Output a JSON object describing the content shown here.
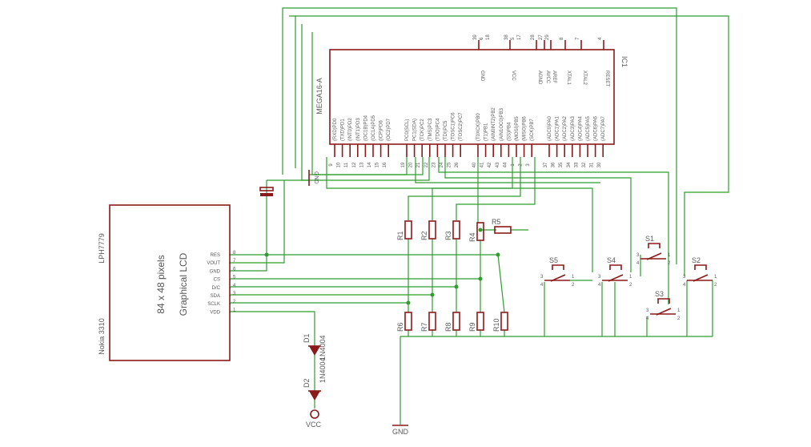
{
  "colors": {
    "wire": "#2e9e2e",
    "part": "#8b1a1a",
    "text": "#5a5a5a"
  },
  "ic": {
    "name": "MEGA16-A",
    "ref": "IC1",
    "top_pins": [
      {
        "label": "GND",
        "nums": [
          "39",
          "6",
          "18"
        ]
      },
      {
        "label": "VCC",
        "nums": [
          "38",
          "5",
          "17"
        ]
      },
      {
        "label": "AGND",
        "nums": [
          "28"
        ]
      },
      {
        "label": "AVCC",
        "nums": [
          "27"
        ]
      },
      {
        "label": "AREF",
        "nums": [
          "29"
        ]
      },
      {
        "label": "XTAL1",
        "nums": [
          "8"
        ]
      },
      {
        "label": "XTAL2",
        "nums": [
          "7"
        ]
      },
      {
        "label": "RESET",
        "nums": [
          "4"
        ]
      }
    ],
    "bottom_pins": [
      {
        "num": "9",
        "label": "(RXD)PD0"
      },
      {
        "num": "10",
        "label": "(TXD)PD1"
      },
      {
        "num": "11",
        "label": "(INT0)PD2"
      },
      {
        "num": "12",
        "label": "(INT1)PD3"
      },
      {
        "num": "13",
        "label": "(OC1B)PD4"
      },
      {
        "num": "14",
        "label": "(OC1A)PD5"
      },
      {
        "num": "15",
        "label": "(ICP)PD6"
      },
      {
        "num": "16",
        "label": "(OC2)PD7"
      },
      {
        "num": "19",
        "label": "PC0(SCL)"
      },
      {
        "num": "20",
        "label": "PC1(SDA)"
      },
      {
        "num": "21",
        "label": "(TCK)PC2"
      },
      {
        "num": "22",
        "label": "(TMS)PC3"
      },
      {
        "num": "23",
        "label": "(TDO)PC4"
      },
      {
        "num": "24",
        "label": "(TDI)PC5"
      },
      {
        "num": "25",
        "label": "(TOSC1)PC6"
      },
      {
        "num": "26",
        "label": "(TOSC2)PC7"
      },
      {
        "num": "40",
        "label": "(T0XCK)PB0"
      },
      {
        "num": "41",
        "label": "(T1)PB1"
      },
      {
        "num": "42",
        "label": "(AIN0INT2)PB2"
      },
      {
        "num": "43",
        "label": "(AIN1OC0)PB3"
      },
      {
        "num": "44",
        "label": "(SS)PB4"
      },
      {
        "num": "1",
        "label": "(MOSI)PB5"
      },
      {
        "num": "2",
        "label": "(MISO)PB6"
      },
      {
        "num": "3",
        "label": "(SCK)PB7"
      },
      {
        "num": "37",
        "label": "(ADC0)PA0"
      },
      {
        "num": "36",
        "label": "(ADC1)PA1"
      },
      {
        "num": "35",
        "label": "(ADC2)PA2"
      },
      {
        "num": "34",
        "label": "(ADC3)PA3"
      },
      {
        "num": "33",
        "label": "(ADC4)PA4"
      },
      {
        "num": "32",
        "label": "(ADC5)PA5"
      },
      {
        "num": "31",
        "label": "(ADC6)PA6"
      },
      {
        "num": "30",
        "label": "(ADC7)PA7"
      }
    ]
  },
  "lcd": {
    "ref": "LPH7779",
    "model": "Nokia 3310",
    "line1": "84 x 48 pixels",
    "line2": "Graphical LCD",
    "pins": [
      {
        "num": "8",
        "label": "RES"
      },
      {
        "num": "7",
        "label": "VOUT"
      },
      {
        "num": "6",
        "label": "GND"
      },
      {
        "num": "5",
        "label": "CS"
      },
      {
        "num": "4",
        "label": "D/C"
      },
      {
        "num": "3",
        "label": "SDA"
      },
      {
        "num": "2",
        "label": "SCLK"
      },
      {
        "num": "1",
        "label": "VDD"
      }
    ]
  },
  "resistors": [
    "R1",
    "R2",
    "R3",
    "R4",
    "R5",
    "R6",
    "R7",
    "R8",
    "R9",
    "R10"
  ],
  "switches": [
    "S1",
    "S2",
    "S3",
    "S4",
    "S5"
  ],
  "switch_pins": [
    "1",
    "2",
    "3",
    "4"
  ],
  "diodes": [
    {
      "ref": "D1",
      "value": "1N4004"
    },
    {
      "ref": "D2",
      "value": "1N4004"
    }
  ],
  "power": {
    "vcc": "VCC",
    "gnd": "GND",
    "ic_gnd": "GND"
  }
}
